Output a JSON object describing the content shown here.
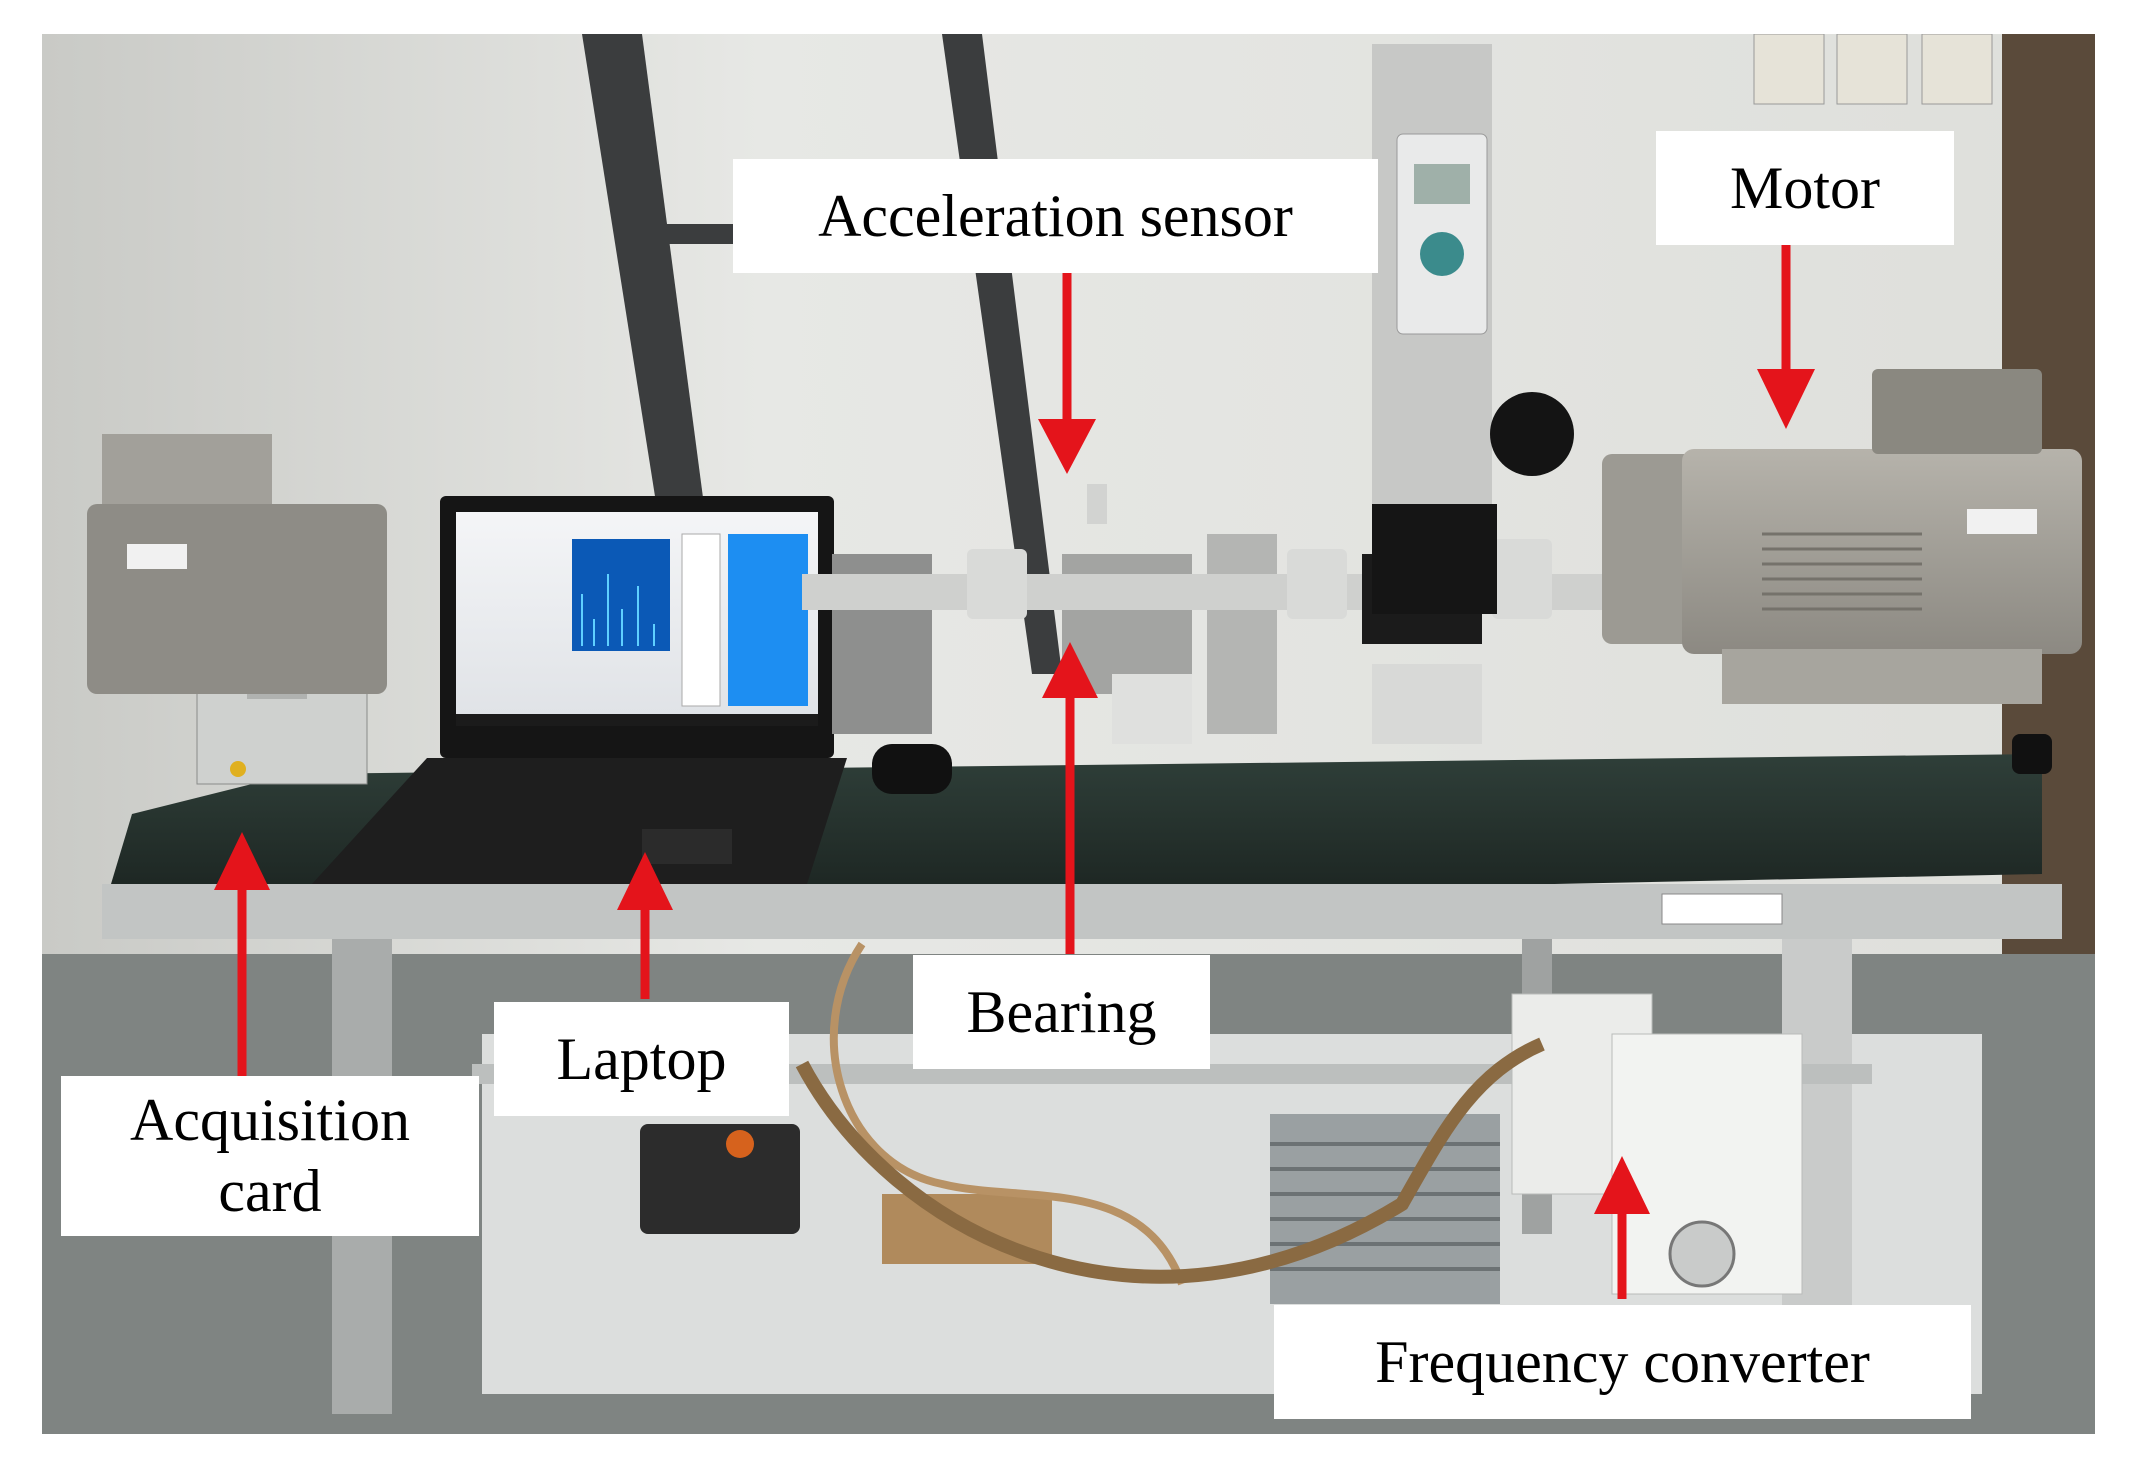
{
  "labels": {
    "acceleration_sensor": "Acceleration sensor",
    "motor": "Motor",
    "laptop": "Laptop",
    "bearing": "Bearing",
    "acquisition_card_line1": "Acquisition",
    "acquisition_card_line2": "card",
    "frequency_converter": "Frequency converter"
  },
  "colors": {
    "arrow": "#e4141b",
    "label_background": "#ffffff",
    "label_text": "#000000"
  }
}
